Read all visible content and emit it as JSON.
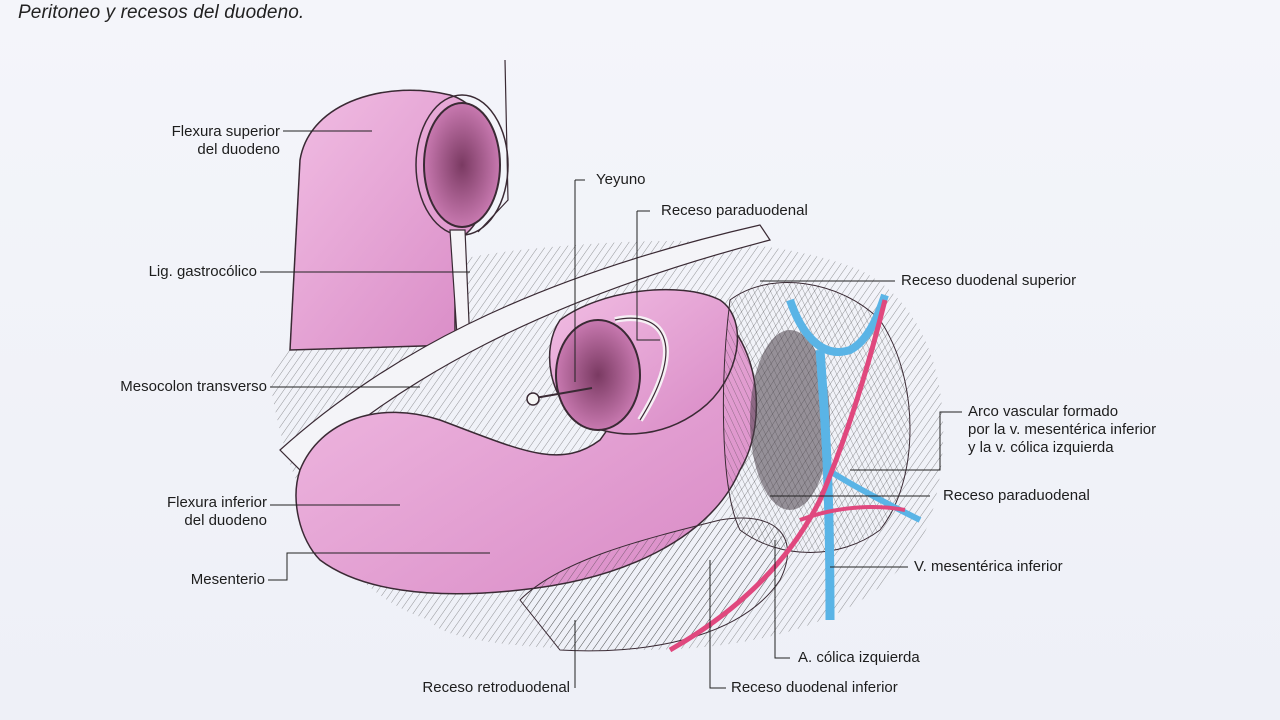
{
  "title": "Peritoneo y recesos del duodeno.",
  "labels": {
    "flexura_superior_l1": "Flexura superior",
    "flexura_superior_l2": "del duodeno",
    "lig_gastrocolico": "Lig. gastrocólico",
    "mesocolon_transverso": "Mesocolon transverso",
    "flexura_inferior_l1": "Flexura inferior",
    "flexura_inferior_l2": "del duodeno",
    "mesenterio": "Mesenterio",
    "receso_retroduodenal": "Receso retroduodenal",
    "yeyuno": "Yeyuno",
    "receso_paraduodenal_top": "Receso paraduodenal",
    "receso_duodenal_superior": "Receso duodenal superior",
    "arco_l1": "Arco vascular formado",
    "arco_l2": "por la v. mesentérica inferior",
    "arco_l3": "y la v. cólica izquierda",
    "receso_paraduodenal_right": "Receso paraduodenal",
    "v_mesenterica_inferior": "V. mesentérica inferior",
    "a_colica_izquierda": "A. cólica izquierda",
    "receso_duodenal_inferior": "Receso duodenal inferior"
  },
  "colors": {
    "intestine": "#e8a8d8",
    "intestine_dark": "#b56aa0",
    "vein": "#5ab4e6",
    "artery": "#e0487e",
    "hatch": "#2b2b2b"
  }
}
